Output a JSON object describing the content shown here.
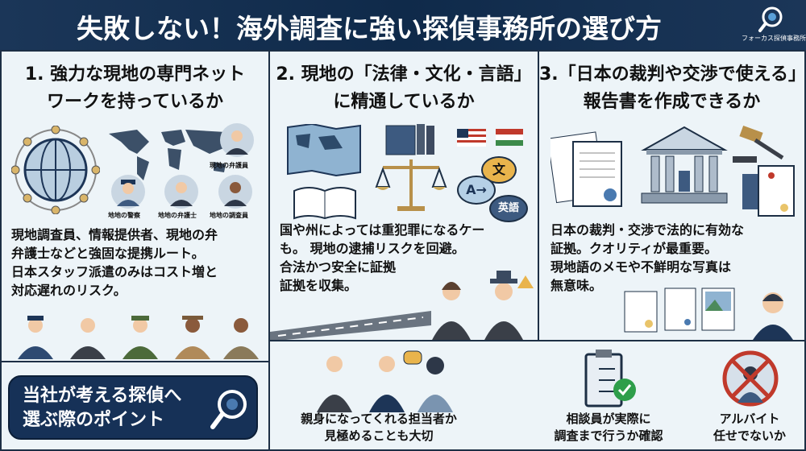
{
  "header": {
    "title": "失敗しない！海外調査に強い探偵事務所の選び方",
    "logo_text": "フォーカス探偵事務所"
  },
  "sections": [
    {
      "title_lines": [
        "1. 強力な現地の専門ネット",
        "ワークを持っているか"
      ],
      "labels": [
        "現地の弁護員",
        "地地の警察",
        "地地の弁護士",
        "地地の調査員"
      ],
      "body": [
        "現地調査員、情報提供者、現地の弁",
        "弁護士などと強固な提携ルート。",
        "日本スタッフ派遣のみはコスト増と",
        "対応遅れのリスク。"
      ]
    },
    {
      "title_lines": [
        "2. 現地の「法律・文化・言語」",
        "に精通しているか"
      ],
      "bubbles": [
        "文",
        "A→",
        "英語"
      ],
      "body": [
        "国や州によっては重犯罪になるケー",
        "も。 現地の逮捕リスクを回避。",
        "合法かつ安全に証拠",
        "証拠を収集。"
      ]
    },
    {
      "title_lines": [
        "3.「日本の裁判や交渉で使える」",
        "報告書を作成できるか"
      ],
      "body": [
        "日本の裁判・交渉で法的に有効な",
        "証拠。クオリティが最重要。",
        "現地語のメモや不鮮明な写真は",
        "無意味。"
      ]
    }
  ],
  "cta": {
    "lines": [
      "当社が考える探偵へ",
      "選ぶ際のポイント"
    ]
  },
  "points": [
    {
      "lines": [
        "親身になってくれる担当者か",
        "見極めることも大切"
      ]
    },
    {
      "lines": [
        "相談員が実際に",
        "調査まで行うか確認"
      ]
    },
    {
      "lines": [
        "アルバイト",
        "任せでないか"
      ]
    }
  ],
  "colors": {
    "navy": "#163157",
    "panel": "#edf4f8",
    "border": "#1d2f45",
    "gold": "#c9a85a",
    "check": "#2e9e4a",
    "prohibit": "#c0392b"
  }
}
